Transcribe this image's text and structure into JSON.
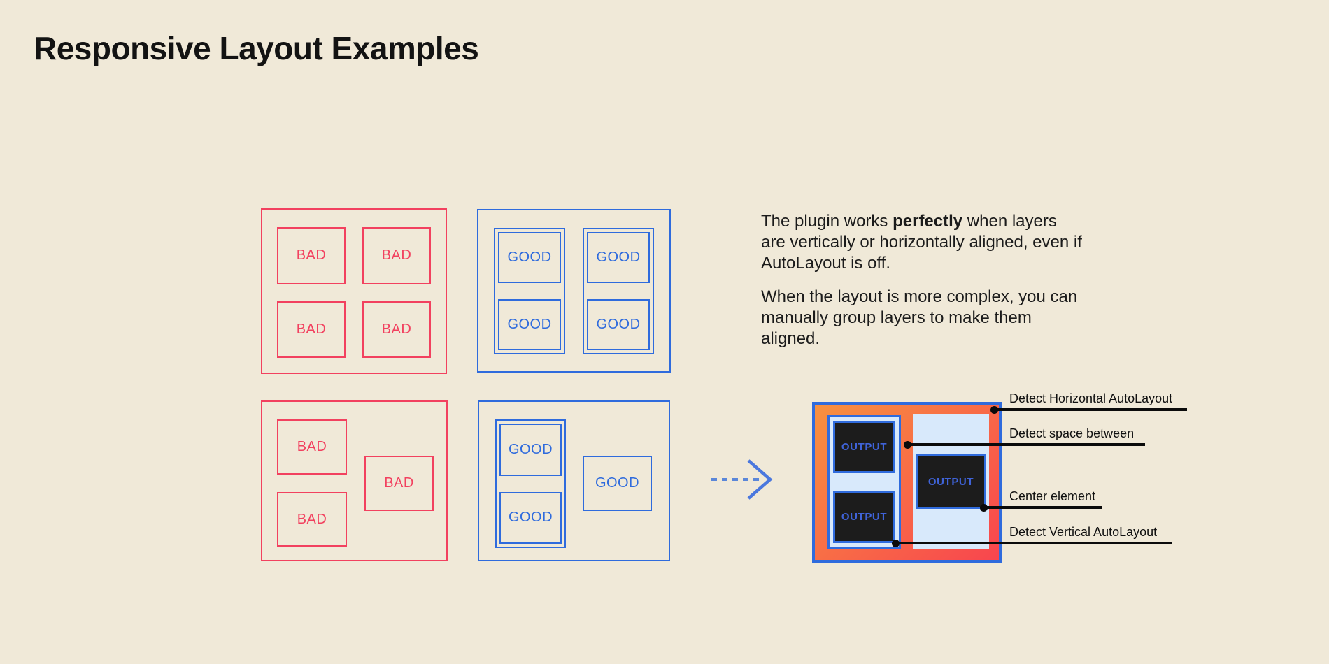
{
  "page": {
    "title": "Responsive Layout Examples"
  },
  "colors": {
    "bg": "#f0e9d8",
    "red": "#f2415f",
    "blue": "#2f6bdd",
    "lightblue": "#d8e9fb",
    "dark": "#1c1c1c",
    "outputText": "#3f63d8",
    "ink": "#151515",
    "arrow": "#4b78de",
    "grad1": "#f7913f",
    "grad2": "#f8454e"
  },
  "labels": {
    "bad": "BAD",
    "good": "GOOD",
    "output": "OUTPUT"
  },
  "description": {
    "p1_before": "The plugin works ",
    "p1_bold": "perfectly",
    "p1_after": " when layers are vertically or horizontally aligned, even if AutoLayout is off.",
    "p2": "When the layout is more complex, you can manually group layers to make them aligned."
  },
  "annotations": [
    {
      "label": "Detect Horizontal AutoLayout"
    },
    {
      "label": "Detect space between"
    },
    {
      "label": "Center element"
    },
    {
      "label": "Detect Vertical AutoLayout"
    }
  ]
}
